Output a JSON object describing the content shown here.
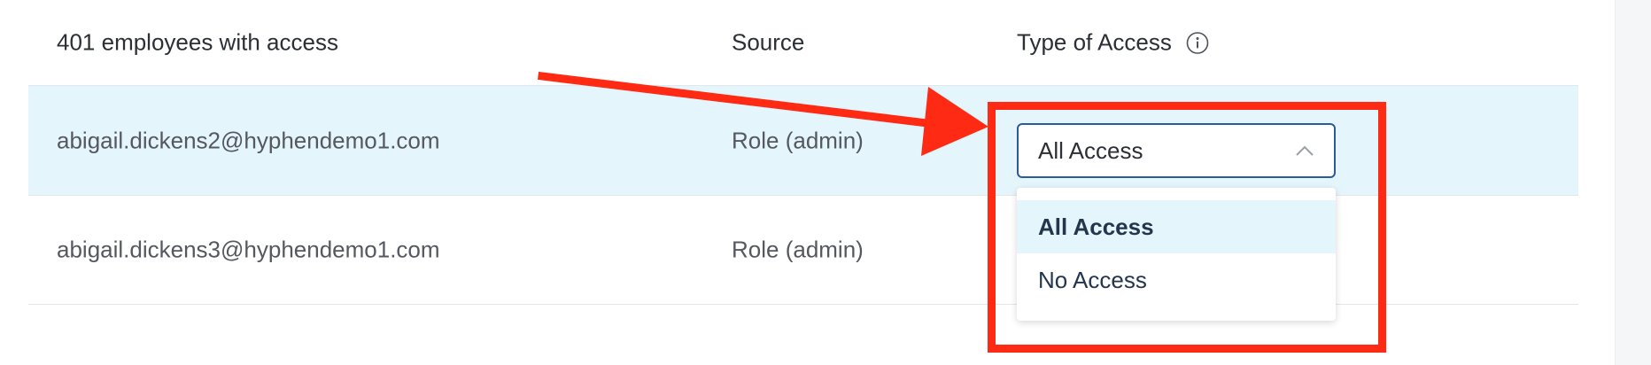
{
  "table": {
    "header": {
      "email": "401 employees with access",
      "source": "Source",
      "type": "Type of Access"
    },
    "rows": [
      {
        "email": "abigail.dickens2@hyphendemo1.com",
        "source": "Role (admin)"
      },
      {
        "email": "abigail.dickens3@hyphendemo1.com",
        "source": "Role (admin)"
      }
    ]
  },
  "select": {
    "value": "All Access",
    "options": [
      "All Access",
      "No Access"
    ]
  },
  "colors": {
    "annotation": "#ff2a13",
    "selected_row": "#e5f5fc",
    "select_border": "#2b5c9a"
  },
  "icons": [
    "info-icon",
    "chevron-up-icon",
    "annotation-arrow"
  ]
}
